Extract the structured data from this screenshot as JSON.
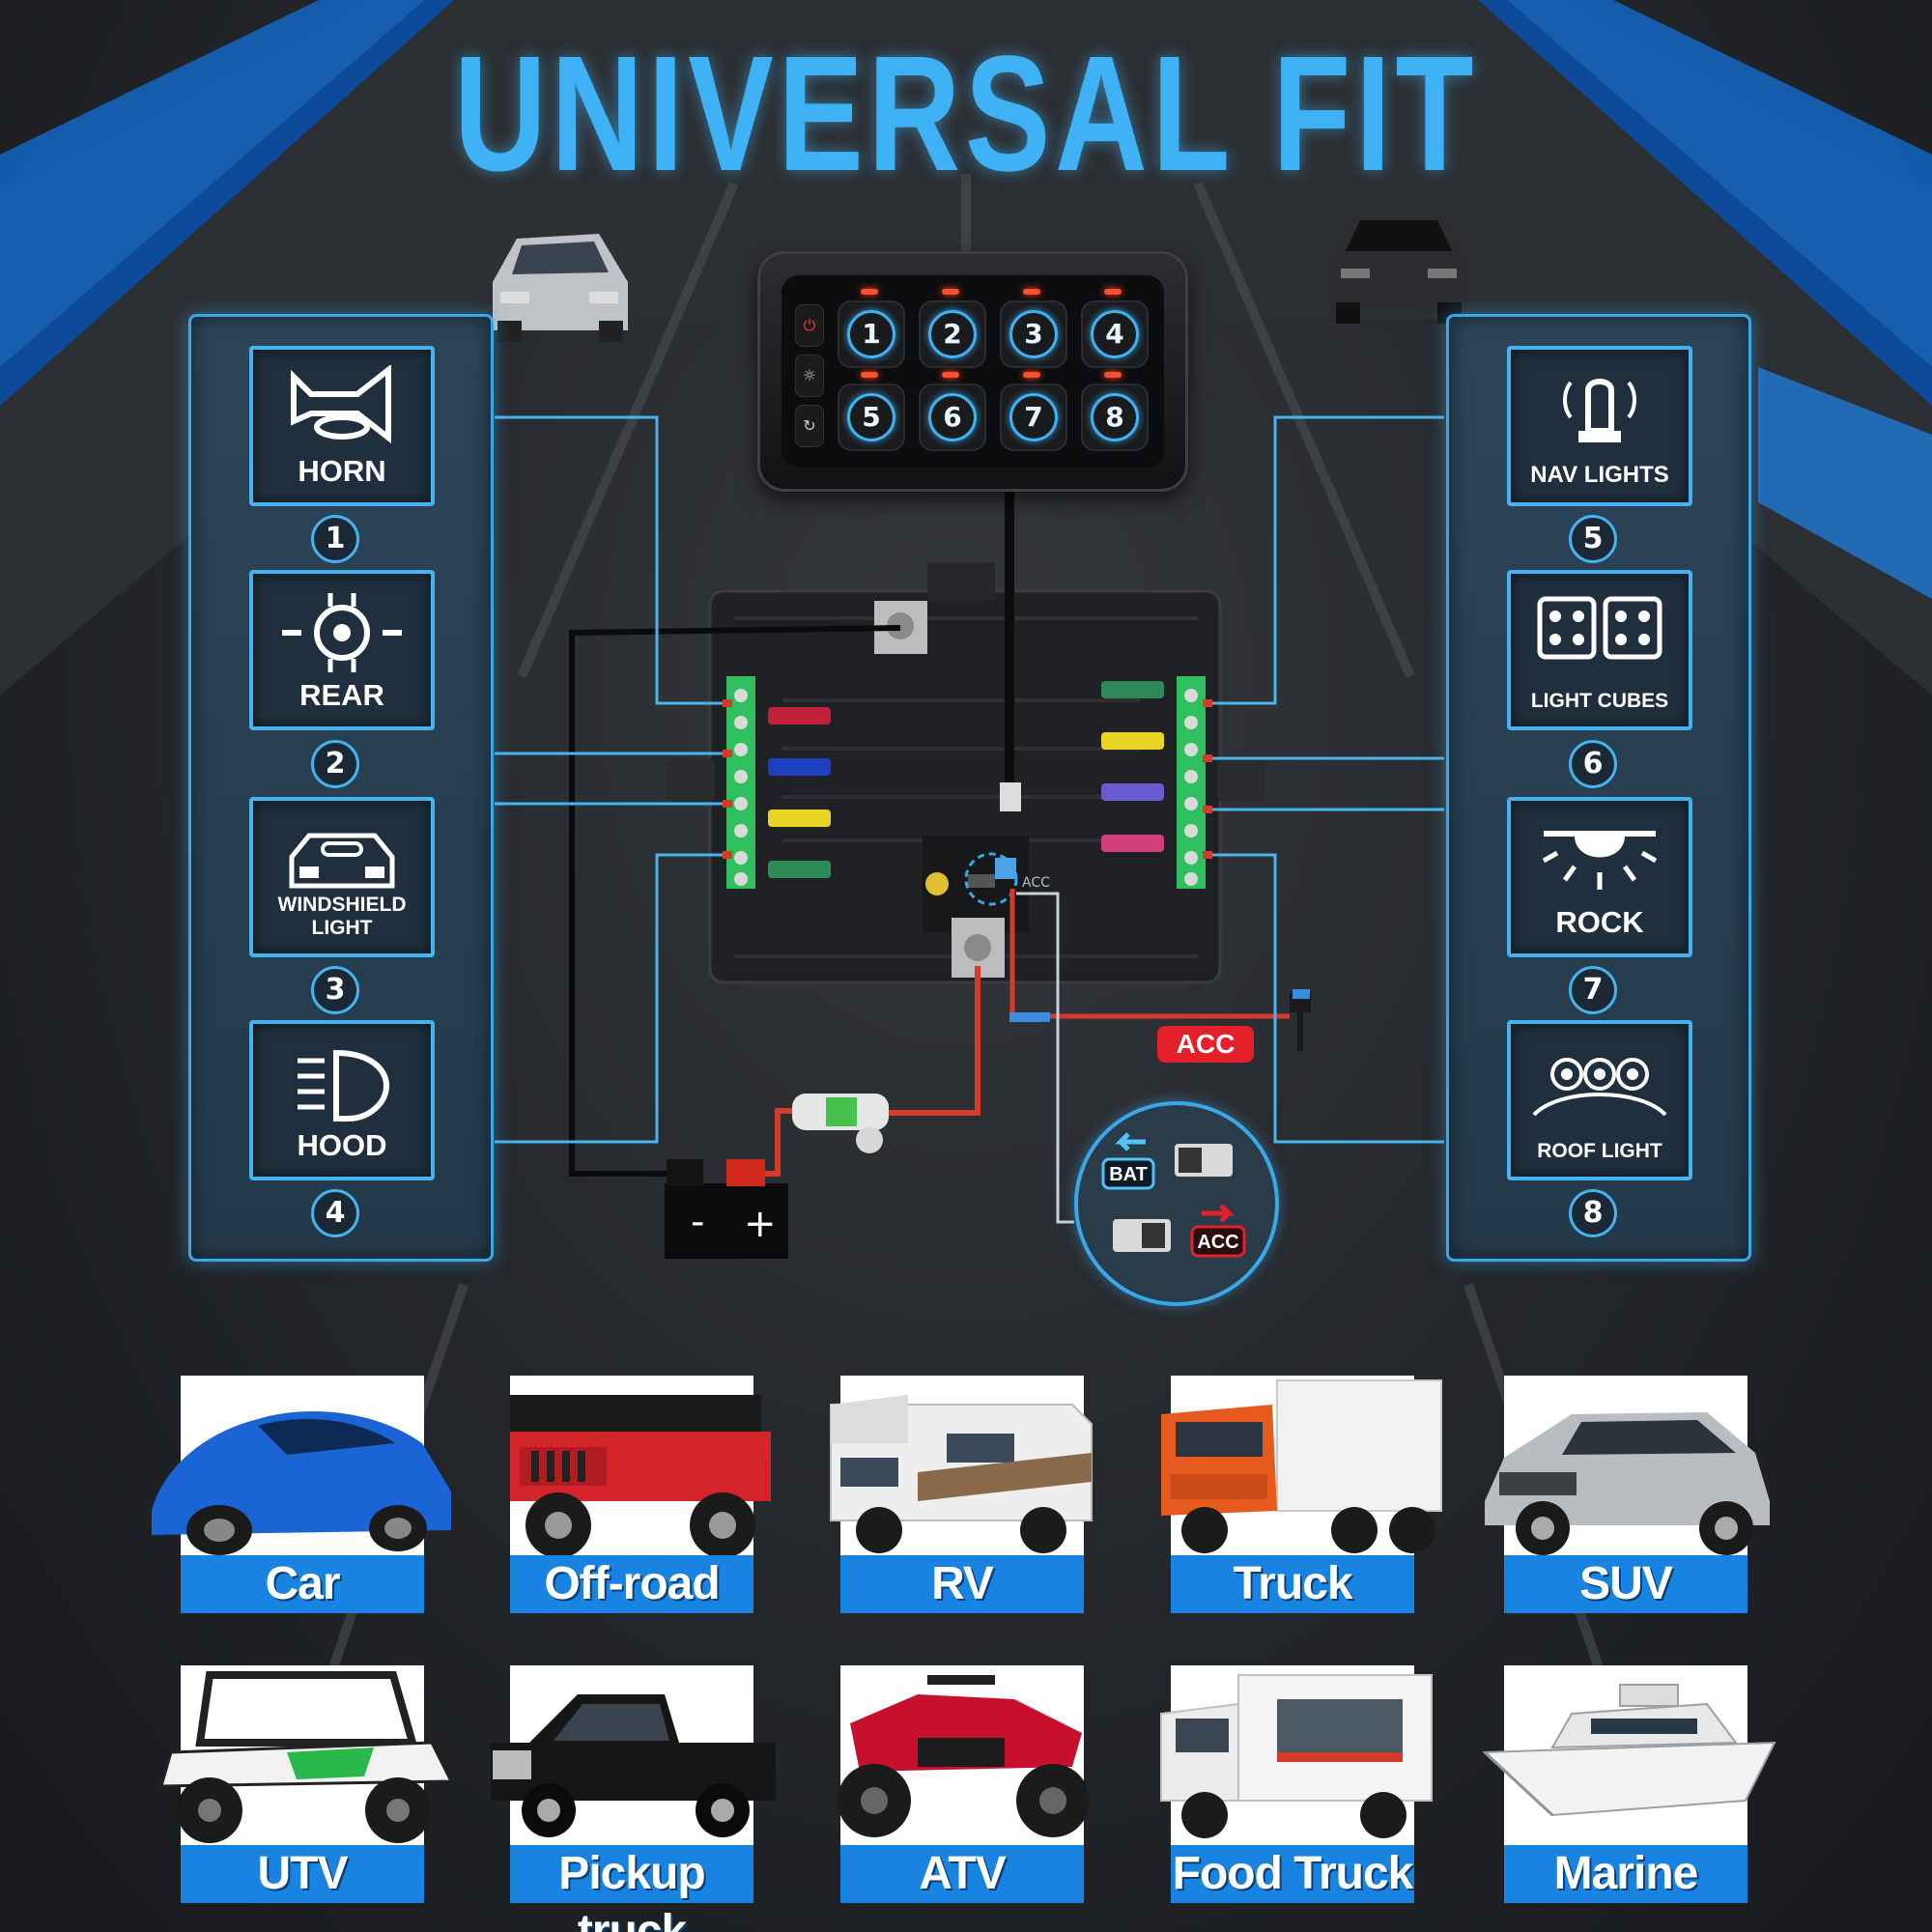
{
  "title": "UNIVERSAL FIT",
  "colors": {
    "accent_blue": "#3fb2f5",
    "panel_border": "#45b3ef",
    "caption_blue": "#1883e0",
    "acc_red": "#e4202a",
    "led_red": "#ff4d2d"
  },
  "keypad": {
    "buttons": [
      "1",
      "2",
      "3",
      "4",
      "5",
      "6",
      "7",
      "8"
    ],
    "side_icons": [
      "power-icon",
      "brightness-icon",
      "mode-icon"
    ]
  },
  "left_panel": {
    "functions": [
      {
        "label": "HORN",
        "number": "1",
        "icon": "horn-icon"
      },
      {
        "label": "REAR",
        "number": "2",
        "icon": "rear-light-icon"
      },
      {
        "label": "WINDSHIELD LIGHT",
        "number": "3",
        "icon": "windshield-light-icon"
      },
      {
        "label": "HOOD",
        "number": "4",
        "icon": "hood-light-icon"
      }
    ]
  },
  "right_panel": {
    "functions": [
      {
        "label": "NAV LIGHTS",
        "number": "5",
        "icon": "nav-lights-icon"
      },
      {
        "label": "LIGHT CUBES",
        "number": "6",
        "icon": "light-cubes-icon"
      },
      {
        "label": "ROCK",
        "number": "7",
        "icon": "rock-light-icon"
      },
      {
        "label": "ROOF LIGHT",
        "number": "8",
        "icon": "roof-light-icon"
      }
    ]
  },
  "wiring": {
    "acc_label": "ACC",
    "board_acc_text": "ACC",
    "battery_minus": "-",
    "battery_plus": "+",
    "switch_bat": "BAT",
    "switch_acc": "ACC"
  },
  "vehicles": {
    "row1": [
      "Car",
      "Off-road",
      "RV",
      "Truck",
      "SUV"
    ],
    "row2": [
      "UTV",
      "Pickup truck",
      "ATV",
      "Food Truck",
      "Marine"
    ]
  }
}
